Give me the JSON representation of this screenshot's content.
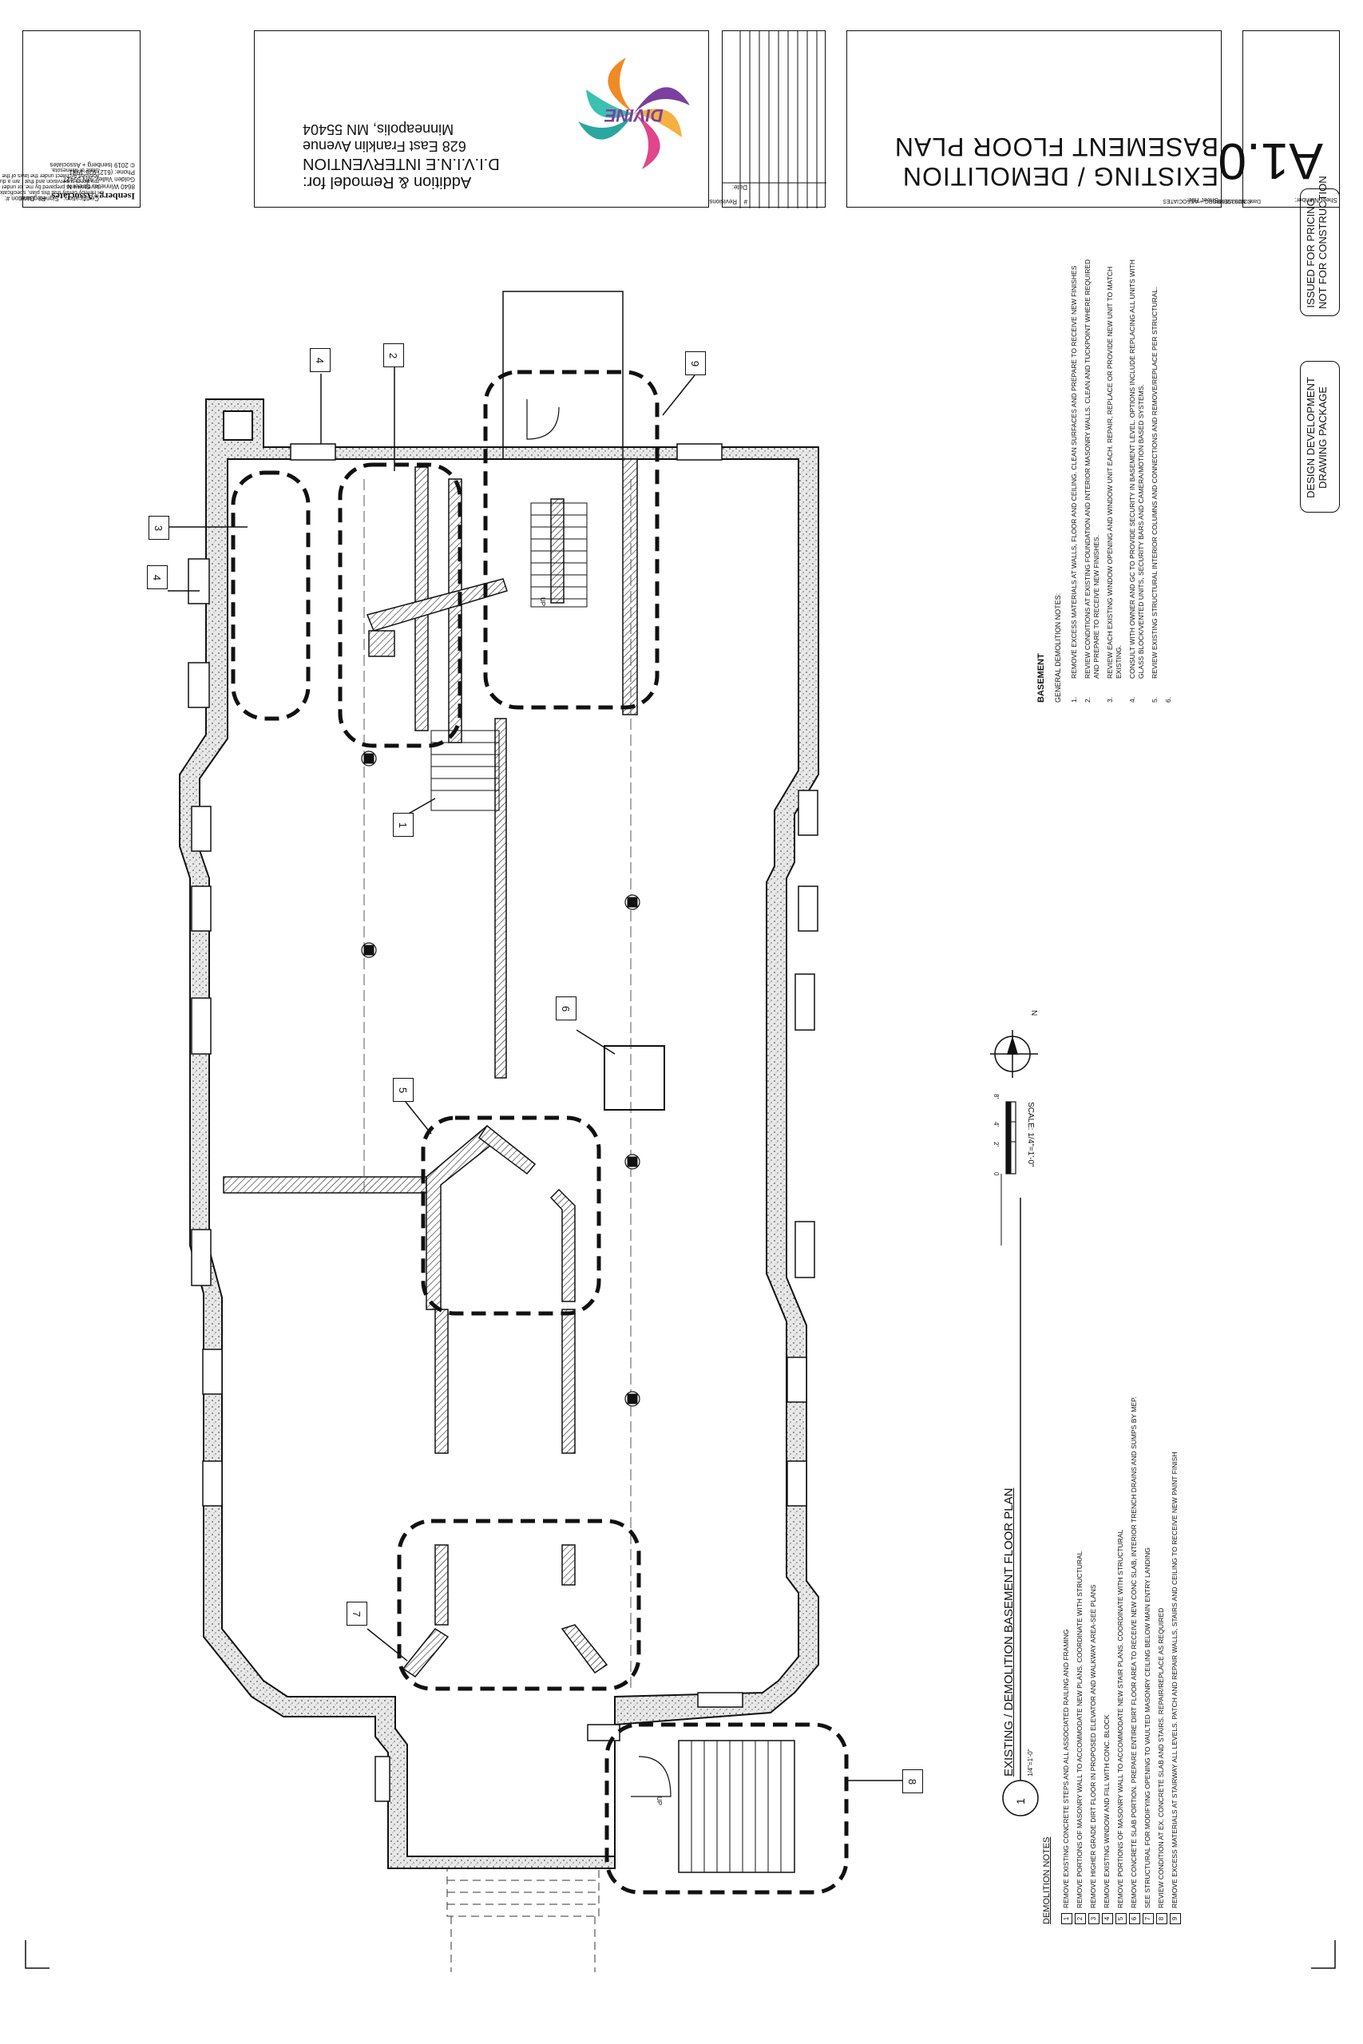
{
  "title_block": {
    "firm_name": "Isenberg+Associates",
    "firm_address_1": "8640 Winnetka Street N",
    "firm_address_2": "Golden Valley, MN 55427",
    "firm_phone": "Phone: (612) 926-1981",
    "firm_copyright": "© 2019 Isenberg + Associates",
    "certification_label": "Certification:",
    "certification_text": "I hereby certify that this plan, specification or report was prepared by me, or under my direct supervision and that I am a duly licensed Architect under the laws of the State of Minnesota.",
    "signed_label": "Signed:",
    "registration_label": "Registration #:",
    "date_label": "Date:",
    "project_line_1": "Addition & Remodel for:",
    "project_line_2": "D.I.V.I.N.E INTERVENTION",
    "project_line_3": "628 East Franklin Avenue",
    "project_line_4": "Minneapolis, MN 55404",
    "logo_text": "DIVINE",
    "revisions_label": "Revisions:",
    "revisions_num_header": "#",
    "revisions_date_header": "Date:",
    "sheet_title_label": "Sheet Title:",
    "sheet_title_line_1": "EXISTING / DEMOLITION",
    "sheet_title_line_2": "BASEMENT FLOOR PLAN",
    "sheet_number_label": "Sheet Number:",
    "sheet_number": "A1.0",
    "sheet_date": "Date: 10/02/2019",
    "sheet_copyright": "©2019 ISENBERG + ASSOCIATES",
    "stamp_1_line_1": "DESIGN DEVELOPMENT",
    "stamp_1_line_2": "DRAWING PACKAGE",
    "stamp_2_line_1": "ISSUED FOR PRICING",
    "stamp_2_line_2": "NOT FOR CONSTRUCTION"
  },
  "plan": {
    "drawing_number": "1",
    "drawing_title": "EXISTING / DEMOLITION BASEMENT FLOOR PLAN",
    "drawing_scale_note": "1/4\"=1'-0\"",
    "scale_label": "SCALE: 1/4\"=1'-0\"",
    "scale_ticks": [
      "0",
      "2'",
      "4'",
      "8'"
    ],
    "north_label": "N",
    "stair_up_label": "UP",
    "keynote_tags": [
      "4",
      "2",
      "3",
      "4",
      "9",
      "1",
      "6",
      "5",
      "7",
      "8"
    ]
  },
  "general_notes": {
    "heading": "BASEMENT",
    "subheading": "GENERAL DEMOLITION NOTES:",
    "items": [
      {
        "num": "1.",
        "text": "REMOVE EXCESS MATERIALS AT WALLS, FLOOR AND CEILING. CLEAN SURFACES AND PREPARE TO RECEIVE NEW FINISHES"
      },
      {
        "num": "2.",
        "text": "REVIEW CONDITIONS AT EXISTING FOUNDATION AND INTERIOR MASONRY WALLS. CLEAN AND TUCKPOINT WHERE REQUIRED AND PREPARE TO RECEIVE NEW FINISHES."
      },
      {
        "num": "3.",
        "text": "REVIEW EACH EXISTING WINDOW OPENING AND WINDOW UNIT EACH. REPAIR, REPLACE OR PROVIDE NEW UNIT TO MATCH EXISTING."
      },
      {
        "num": "4.",
        "text": "CONSULT WITH OWNER AND GC TO PROVIDE SECURITY IN BASEMENT LEVEL. OPTIONS INCLUDE REPLACING ALL UNITS WITH GLASS BLOCK/VENTED UNITS, SECURITY BARS AND CAMERA/MOTION BASED SYSTEMS."
      },
      {
        "num": "5.",
        "text": "REVIEW EXISTING STRUCTURAL INTERIOR COLUMNS AND CONNECTIONS AND REMOVE/REPLACE PER STRUCTURAL."
      },
      {
        "num": "6.",
        "text": ""
      }
    ]
  },
  "demolition_notes": {
    "heading": "DEMOLITION NOTES",
    "items": [
      {
        "num": "1",
        "text": "REMOVE EXISTING CONCRETE STEPS AND ALL ASSOCIATED RAILING AND FRAMING"
      },
      {
        "num": "2",
        "text": "REMOVE PORTIONS OF MASONRY WALL TO ACCOMMODATE NEW PLANS. COORDINATE WITH STRUCTURAL"
      },
      {
        "num": "3",
        "text": "REMOVE HIGHER GRADE DIRT FLOOR IN PROPOSED ELEVATOR AND WALKWAY AREA-SEE PLANS"
      },
      {
        "num": "4",
        "text": "REMOVE EXISTING WINDOW AND FILL WITH CONC. BLOCK"
      },
      {
        "num": "5",
        "text": "REMOVE PORTIONS OF MASONRY WALL TO ACCOMMODATE NEW STAIR PLANS. COORDINATE WITH STRUCTURAL"
      },
      {
        "num": "6",
        "text": "REMOVE CONCRETE SLAB PORTION. PREPARE ENTIRE DIRT FLOOR AREA TO RECEIVE NEW CONC SLAB, INTERIOR TRENCH DRAINS AND SUMPS BY MEP."
      },
      {
        "num": "7",
        "text": "SEE STRUCTURAL FOR MODIFYING OPENING TO VAULTED MASONRY CEILING BELOW MAIN ENTRY LANDING"
      },
      {
        "num": "8",
        "text": "REVIEW CONDITION AT EX. CONCRETE SLAB AND STAIRS. REPAIR/REPLACE AS REQUIRED"
      },
      {
        "num": "9",
        "text": "REMOVE EXCESS MATERIALS AT STAIRWAY ALL LEVELS. PATCH AND REPAIR WALLS, STAIRS AND CEILING TO RECEIVE NEW PAINT FINISH"
      }
    ]
  },
  "colors": {
    "ink": "#111111",
    "logo_teal": "#2aa7a0",
    "logo_orange": "#f08a24",
    "logo_purple": "#7b3fa0",
    "logo_pink": "#e0468a"
  }
}
